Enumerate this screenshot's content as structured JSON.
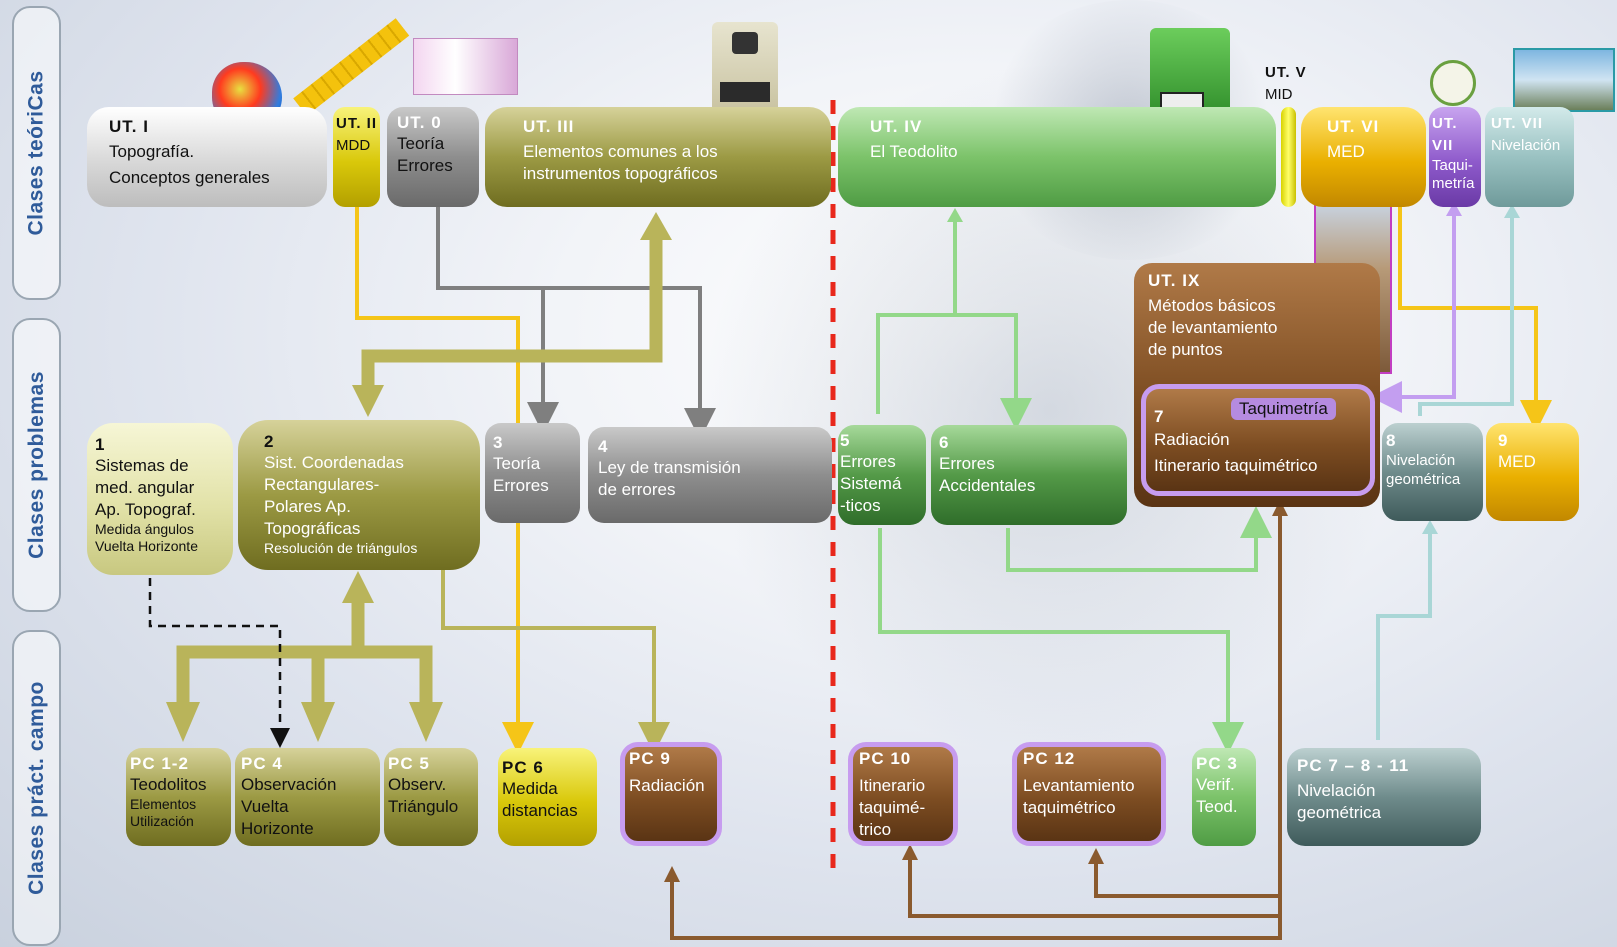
{
  "side_labels": {
    "teoricas": "Clases teóriCas",
    "problemas": "Clases problemas",
    "practicas": "Clases práct. campo"
  },
  "teoria": {
    "ut1": {
      "title": "UT. I",
      "lines": [
        "Topografía.",
        "Conceptos generales"
      ]
    },
    "ut2": {
      "title": "UT. II",
      "sub": "MDD"
    },
    "ut0": {
      "title": "UT. 0",
      "lines": [
        "Teoría",
        "Errores"
      ]
    },
    "ut3": {
      "title": "UT. III",
      "lines": [
        "Elementos comunes a los",
        "instrumentos topográficos"
      ]
    },
    "ut4": {
      "title": "UT. IV",
      "lines": [
        "El Teodolito"
      ]
    },
    "ut5": {
      "title": "UT. V",
      "sub": "MID"
    },
    "ut6": {
      "title": "UT. VI",
      "lines": [
        "MED"
      ]
    },
    "ut7a": {
      "title": "UT. VII",
      "lines": [
        "Taqui-",
        "metría"
      ]
    },
    "ut7b": {
      "title": "UT. VII",
      "lines": [
        "Nivelación"
      ]
    },
    "ut9": {
      "title": "UT. IX",
      "lines": [
        "Métodos básicos",
        "de levantamiento",
        "de puntos"
      ]
    }
  },
  "problemas": {
    "p1": {
      "num": "1",
      "lines": [
        "Sistemas de",
        "med. angular",
        "Ap. Topograf."
      ],
      "small": [
        "Medida ángulos",
        "Vuelta Horizonte"
      ]
    },
    "p2": {
      "num": "2",
      "lines": [
        "Sist. Coordenadas",
        "Rectangulares-",
        "Polares Ap.",
        "Topográficas"
      ],
      "small": [
        "Resolución de  triángulos"
      ]
    },
    "p3": {
      "num": "3",
      "lines": [
        "Teoría",
        "Errores"
      ]
    },
    "p4": {
      "num": "4",
      "lines": [
        "Ley de transmisión",
        "de errores"
      ]
    },
    "p5": {
      "num": "5",
      "lines": [
        "Errores",
        "Sistemá",
        "-ticos"
      ]
    },
    "p6": {
      "num": "6",
      "lines": [
        "Errores",
        "Accidentales"
      ]
    },
    "p7": {
      "num": "7",
      "tag": "Taquimetría",
      "lines": [
        "Radiación",
        "Itinerario taquimétrico"
      ]
    },
    "p8": {
      "num": "8",
      "small": [
        "Nivelación",
        "geométrica"
      ]
    },
    "p9": {
      "num": "9",
      "lines": [
        "MED"
      ]
    }
  },
  "practicas": {
    "pc12": {
      "title": "PC 1-2",
      "lines": [
        "Teodolitos"
      ],
      "small": [
        "Elementos",
        "Utilización"
      ]
    },
    "pc4": {
      "title": "PC 4",
      "lines": [
        "Observación",
        "Vuelta",
        "Horizonte"
      ]
    },
    "pc5": {
      "title": "PC 5",
      "lines": [
        "Observ.",
        "Triángulo"
      ]
    },
    "pc6": {
      "title": "PC 6",
      "lines": [
        "Medida",
        "distancias"
      ]
    },
    "pc9": {
      "title": "PC 9",
      "lines": [
        "Radiación"
      ]
    },
    "pc10": {
      "title": "PC 10",
      "lines": [
        "Itinerario",
        "taquimé-",
        "trico"
      ]
    },
    "pc12b": {
      "title": "PC 12",
      "lines": [
        "Levantamiento",
        "taquimétrico"
      ]
    },
    "pc3": {
      "title": "PC 3",
      "lines": [
        "Verif.",
        "Teod."
      ]
    },
    "pc7811": {
      "title": "PC 7 – 8 - 11",
      "lines": [
        "Nivelación",
        "geométrica"
      ]
    }
  },
  "colors": {
    "yellow_arrow": "#f5c518",
    "gray_arrow": "#7f7f7f",
    "olive_arrow": "#b9b45a",
    "green_arrow": "#93d889",
    "purple_arrow": "#c39ef0",
    "teal_arrow": "#a9d6d6",
    "brown_arrow": "#8a5a2e",
    "divider": "#e8281c"
  }
}
